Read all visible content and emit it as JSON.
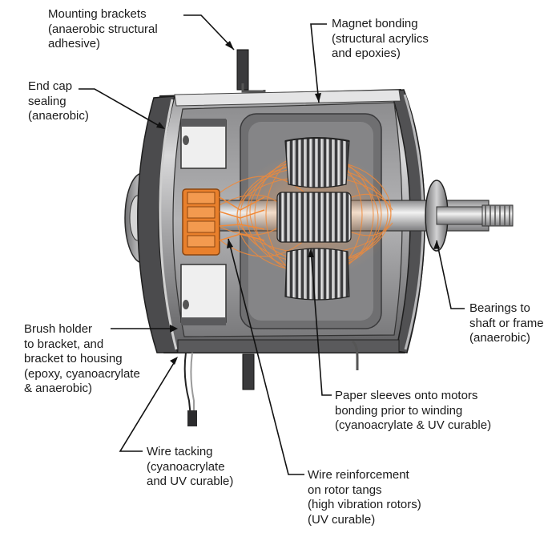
{
  "labels": {
    "mounting_brackets": [
      "Mounting brackets",
      "(anaerobic structural",
      "adhesive)"
    ],
    "magnet_bonding": [
      "Magnet bonding",
      "(structural acrylics",
      "and epoxies)"
    ],
    "end_cap": [
      "End cap",
      "sealing",
      "(anaerobic)"
    ],
    "brush_holder": [
      "Brush holder",
      "to bracket, and",
      "bracket to housing",
      "(epoxy, cyanoacrylate",
      "& anaerobic)"
    ],
    "bearings": [
      "Bearings to",
      "shaft or frame",
      "(anaerobic)"
    ],
    "paper_sleeves": [
      "Paper sleeves onto motors",
      "bonding prior to winding",
      "(cyanoacrylate & UV curable)"
    ],
    "wire_tacking": [
      "Wire tacking",
      "(cyanoacrylate",
      "and UV curable)"
    ],
    "wire_reinforcement": [
      "Wire reinforcement",
      "on rotor tangs",
      "(high vibration rotors)",
      "(UV curable)"
    ]
  },
  "colors": {
    "housing_dark": "#4a4a4c",
    "housing_light": "#d8d8d8",
    "winding_orange": "#e87d2a",
    "copper": "#f08a3a",
    "leader": "#111111"
  }
}
